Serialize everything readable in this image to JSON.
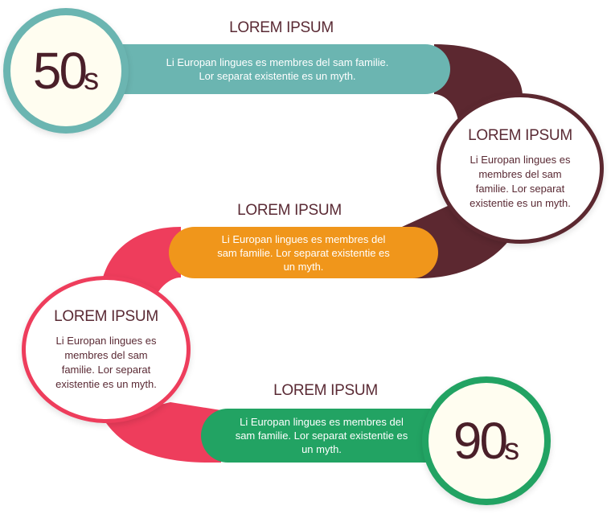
{
  "colors": {
    "teal": "#6bb5b1",
    "maroon": "#5c2830",
    "orange": "#f0961b",
    "pink": "#ee3d5c",
    "green": "#22a363",
    "heading": "#5a2a34"
  },
  "steps": [
    {
      "badge_number": "50",
      "badge_suffix": "s",
      "title": "LOREM IPSUM",
      "lines": [
        "Li Europan lingues es membres del sam familie.",
        "Lor separat existentie es un myth."
      ]
    },
    {
      "title": "LOREM IPSUM",
      "lines": [
        "Li Europan lingues es",
        "membres del sam",
        "familie. Lor separat",
        "existentie es un myth."
      ]
    },
    {
      "title": "LOREM IPSUM",
      "lines": [
        "Li Europan lingues es membres del",
        "sam familie. Lor separat existentie es",
        "un myth."
      ]
    },
    {
      "title": "LOREM IPSUM",
      "lines": [
        "Li Europan lingues es",
        "membres del sam",
        "familie. Lor separat",
        "existentie es un myth."
      ]
    },
    {
      "badge_number": "90",
      "badge_suffix": "s",
      "title": "LOREM IPSUM",
      "lines": [
        "Li Europan lingues es membres del",
        "sam familie. Lor separat existentie es",
        "un myth."
      ]
    }
  ]
}
